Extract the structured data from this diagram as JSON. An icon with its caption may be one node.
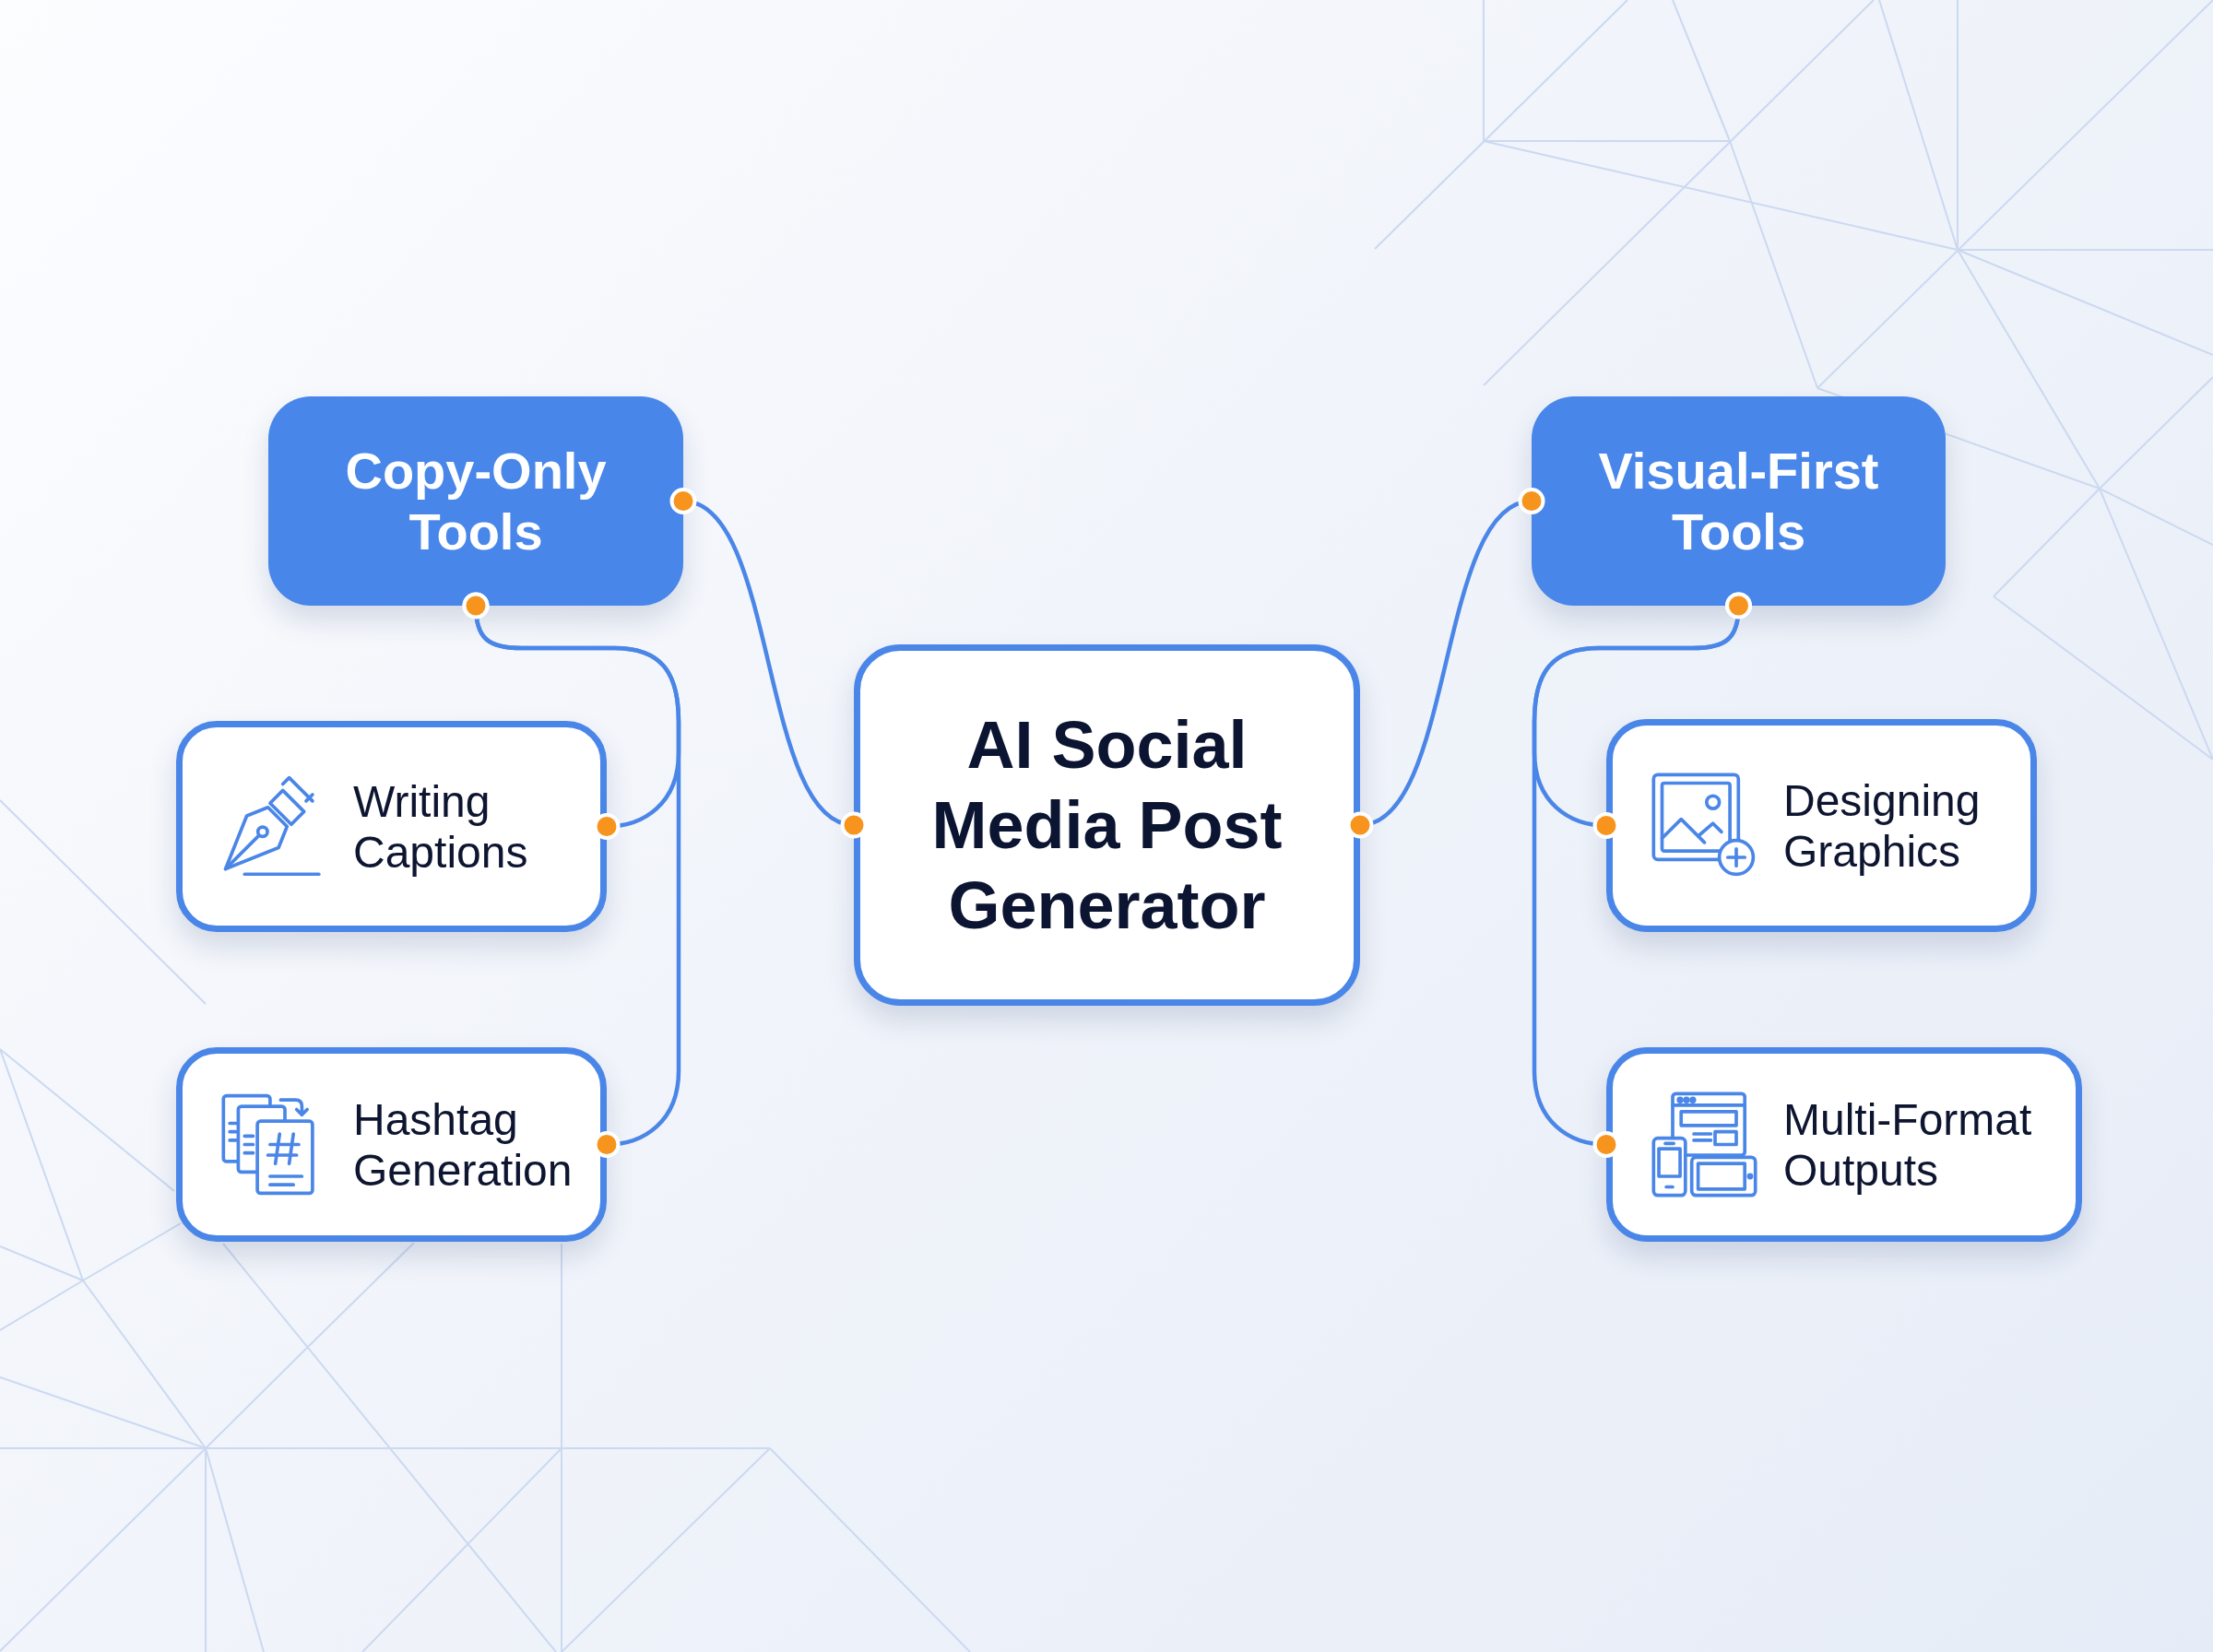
{
  "diagram": {
    "nodes": [
      {
        "text": [
          "Copy-Only Tools"
        ]
      },
      {
        "text": [
          "Visual-First Tools"
        ]
      },
      {
        "text": [
          "Writing Captions"
        ]
      },
      {
        "text": [
          "AI Social Media Post Generator"
        ]
      },
      {
        "text": [
          "Designing Graphics"
        ]
      },
      {
        "text": [
          "Hashtag Generation"
        ]
      },
      {
        "text": [
          "Multi-Format Outputs"
        ]
      }
    ],
    "edges": [
      {
        "from": 0,
        "to": 3,
        "arrow": "other"
      },
      {
        "from": 0,
        "to": 2,
        "arrow": "other"
      },
      {
        "from": 0,
        "to": 5,
        "arrow": "other"
      },
      {
        "from": 3,
        "to": 1,
        "arrow": "other"
      },
      {
        "from": 1,
        "to": 4,
        "arrow": "other"
      },
      {
        "from": 1,
        "to": 6,
        "arrow": "other"
      }
    ]
  }
}
